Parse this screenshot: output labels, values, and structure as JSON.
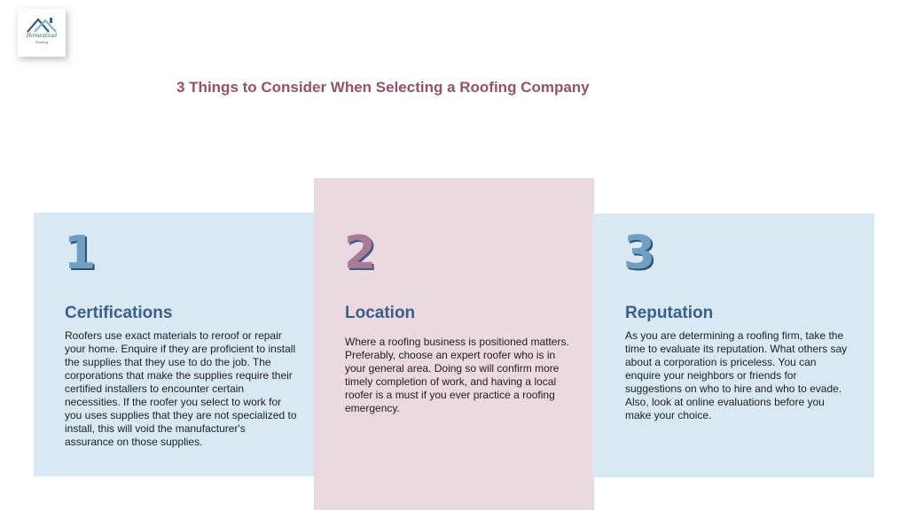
{
  "logo": {
    "name": "Homestead",
    "subtitle": "Roofing"
  },
  "title": "3 Things to Consider When Selecting a Roofing Company",
  "cards": [
    {
      "number": "1",
      "heading": "Certifications",
      "body": "Roofers use exact materials to reroof or repair your home. Enquire if they are proficient to install the supplies that they use to do the job. The corporations that make the supplies require their certified installers to encounter certain necessities. If the roofer you select to work for you uses supplies that they are not specialized to install, this will void the manufacturer's assurance on those supplies."
    },
    {
      "number": "2",
      "heading": "Location",
      "body": "Where a roofing business is positioned matters. Preferably, choose an expert roofer who is in your general area. Doing so will confirm more timely completion of work, and having a local roofer is a must if you ever practice a roofing emergency."
    },
    {
      "number": "3",
      "heading": "Reputation",
      "body": "As you are determining a roofing firm, take the time to evaluate its reputation. What others say about a corporation is priceless. You can enquire your neighbors or friends for suggestions on who to hire and who to evade. Also, look at online evaluations before you make your choice."
    }
  ],
  "colors": {
    "title": "#96506a",
    "panel_blue": "#d9e9f3",
    "panel_pink": "#ead9de",
    "heading": "#3a5f8a"
  }
}
